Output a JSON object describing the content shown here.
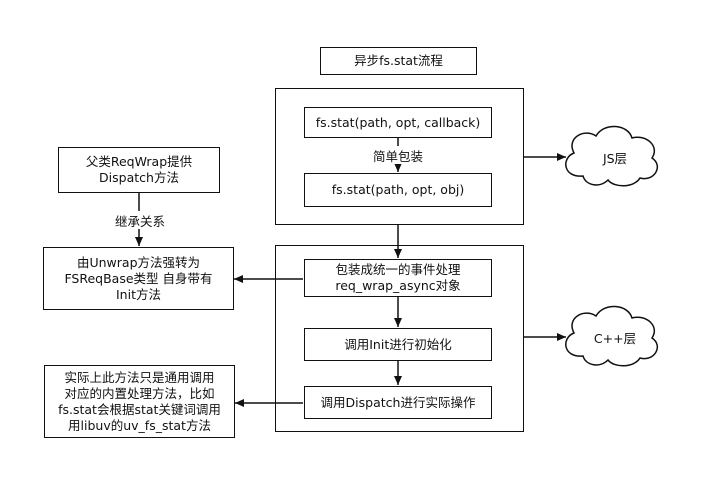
{
  "title": "异步fs.stat流程",
  "js_layer": {
    "step1": "fs.stat(path, opt, callback)",
    "edge_label": "简单包装",
    "step2": "fs.stat(path, opt, obj)",
    "cloud": "JS层"
  },
  "cpp_layer": {
    "step1": "包装成统一的事件处理\nreq_wrap_async对象",
    "step2": "调用Init进行初始化",
    "step3": "调用Dispatch进行实际操作",
    "cloud": "C++层"
  },
  "left_notes": {
    "parent_class": "父类ReqWrap提供\nDispatch方法",
    "inherit_label": "继承关系",
    "unwrap": "由Unwrap方法强转为\nFSReqBase类型 自身带有\nInit方法",
    "dispatch_note": "实际上此方法只是通用调用\n对应的内置处理方法，比如\nfs.stat会根据stat关键词调用\n用libuv的uv_fs_stat方法"
  }
}
